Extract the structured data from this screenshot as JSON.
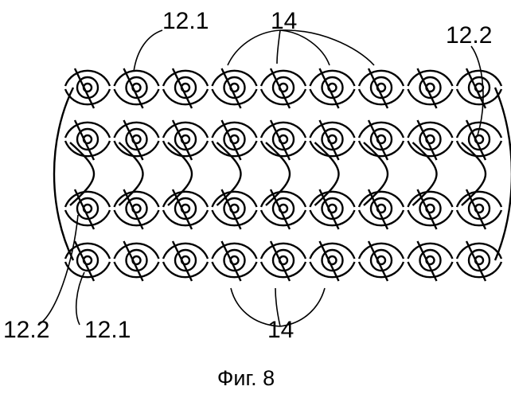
{
  "figure": {
    "caption": "Фиг. 8",
    "labels": {
      "top_left": "12.1",
      "top_center": "14",
      "top_right": "12.2",
      "bottom_left_outer": "12.2",
      "bottom_left_inner": "12.1",
      "bottom_center": "14"
    },
    "grid": {
      "columns": 9,
      "rows": 4
    }
  }
}
